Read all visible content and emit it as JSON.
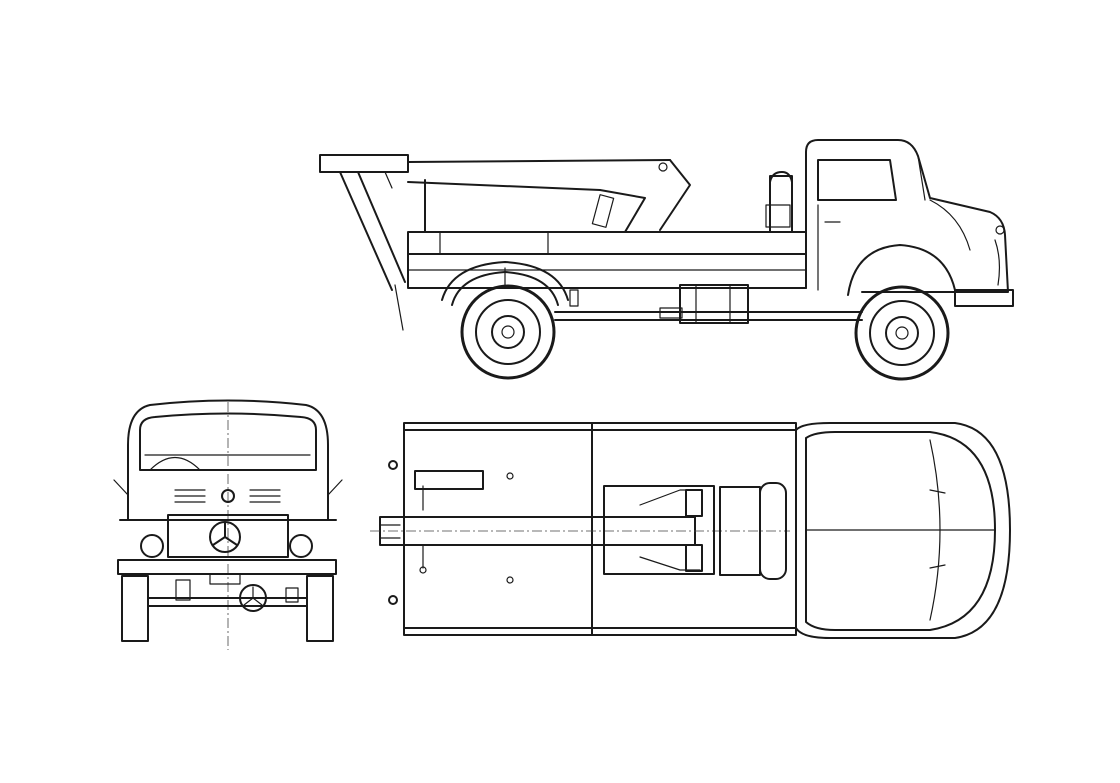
{
  "drawing": {
    "views": [
      "side-view",
      "front-view",
      "top-view"
    ],
    "stroke_color": "#1a1a1a",
    "background": "#ffffff"
  }
}
